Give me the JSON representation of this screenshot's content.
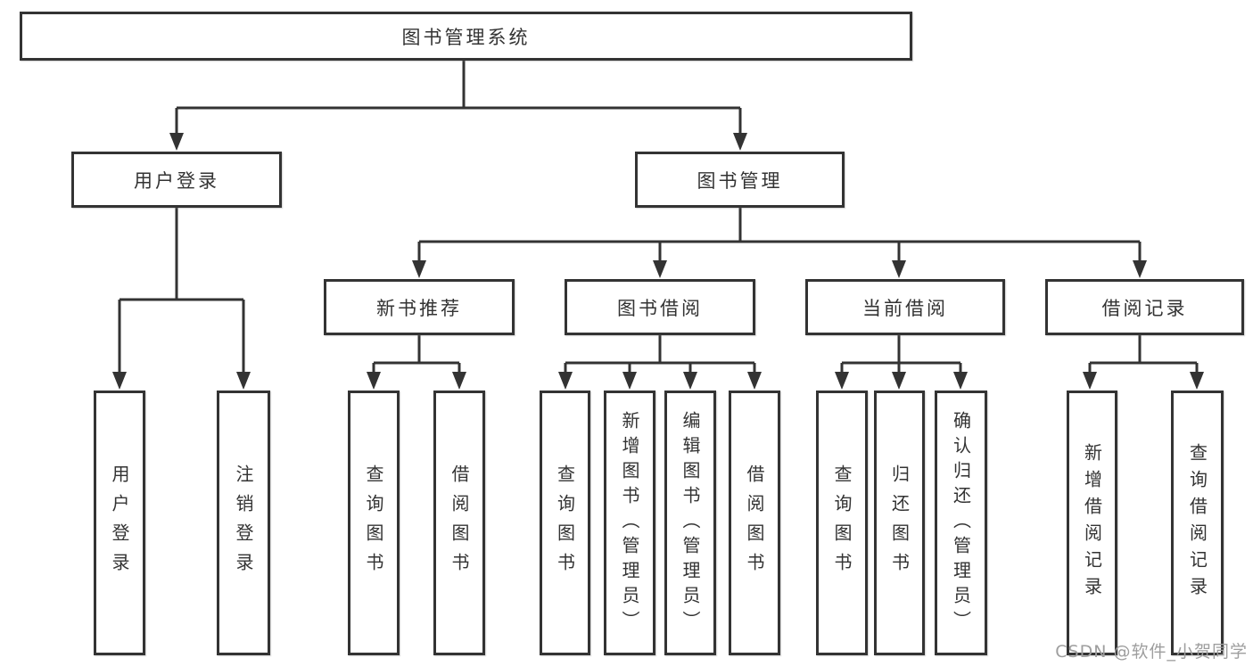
{
  "title": "图书管理系统",
  "watermark": {
    "text": "CSDN @软件_小贺同学"
  },
  "colors": {
    "line": "#333333",
    "box_border": "#333333",
    "text": "#333333",
    "background": "#ffffff",
    "watermark": "#9e9e9e"
  },
  "tree": {
    "root": {
      "label": "图书管理系统",
      "children": [
        {
          "label": "用户登录",
          "children": [
            {
              "label": "用户登录"
            },
            {
              "label": "注销登录"
            }
          ]
        },
        {
          "label": "图书管理",
          "children": [
            {
              "label": "新书推荐",
              "children": [
                {
                  "label": "查询图书"
                },
                {
                  "label": "借阅图书"
                }
              ]
            },
            {
              "label": "图书借阅",
              "children": [
                {
                  "label": "查询图书"
                },
                {
                  "label": "新增图书（管理员）"
                },
                {
                  "label": "编辑图书（管理员）"
                },
                {
                  "label": "借阅图书"
                }
              ]
            },
            {
              "label": "当前借阅",
              "children": [
                {
                  "label": "查询图书"
                },
                {
                  "label": "归还图书"
                },
                {
                  "label": "确认归还（管理员）"
                }
              ]
            },
            {
              "label": "借阅记录",
              "children": [
                {
                  "label": "新增借阅记录"
                },
                {
                  "label": "查询借阅记录"
                }
              ]
            }
          ]
        }
      ]
    }
  }
}
